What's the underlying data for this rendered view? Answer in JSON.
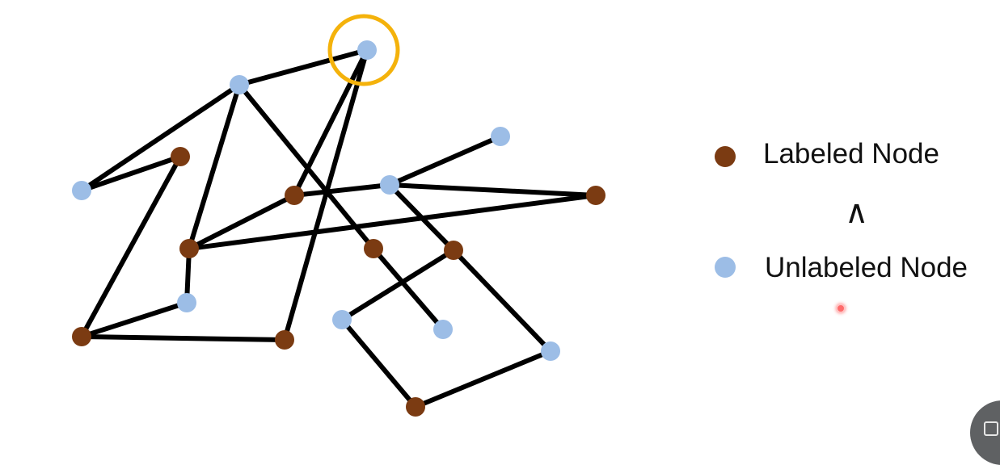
{
  "colors": {
    "labeled": "#7b3b12",
    "unlabeled": "#9cbde6",
    "edge": "#000000",
    "highlight": "#f4b20b"
  },
  "legend": {
    "labeled_label": "Labeled Node",
    "relation_symbol": "∧",
    "unlabeled_label": "Unlabeled Node"
  },
  "graph": {
    "highlighted_node": "n0",
    "nodes": [
      {
        "id": "n0",
        "type": "unlabeled"
      },
      {
        "id": "n1",
        "type": "unlabeled"
      },
      {
        "id": "n2",
        "type": "labeled"
      },
      {
        "id": "n3",
        "type": "unlabeled"
      },
      {
        "id": "n4",
        "type": "unlabeled"
      },
      {
        "id": "n5",
        "type": "labeled"
      },
      {
        "id": "n6",
        "type": "unlabeled"
      },
      {
        "id": "n7",
        "type": "labeled"
      },
      {
        "id": "n8",
        "type": "labeled"
      },
      {
        "id": "n9",
        "type": "labeled"
      },
      {
        "id": "n10",
        "type": "labeled"
      },
      {
        "id": "n11",
        "type": "unlabeled"
      },
      {
        "id": "n12",
        "type": "labeled"
      },
      {
        "id": "n13",
        "type": "labeled"
      },
      {
        "id": "n14",
        "type": "unlabeled"
      },
      {
        "id": "n15",
        "type": "unlabeled"
      },
      {
        "id": "n16",
        "type": "unlabeled"
      },
      {
        "id": "n17",
        "type": "labeled"
      }
    ],
    "edges": [
      [
        "n0",
        "n1"
      ],
      [
        "n0",
        "n5"
      ],
      [
        "n0",
        "n13"
      ],
      [
        "n1",
        "n3"
      ],
      [
        "n1",
        "n8"
      ],
      [
        "n1",
        "n10"
      ],
      [
        "n3",
        "n2"
      ],
      [
        "n2",
        "n12"
      ],
      [
        "n4",
        "n6"
      ],
      [
        "n6",
        "n5"
      ],
      [
        "n6",
        "n7"
      ],
      [
        "n6",
        "n9"
      ],
      [
        "n5",
        "n8"
      ],
      [
        "n8",
        "n7"
      ],
      [
        "n8",
        "n11"
      ],
      [
        "n11",
        "n12"
      ],
      [
        "n12",
        "n13"
      ],
      [
        "n9",
        "n14"
      ],
      [
        "n9",
        "n16"
      ],
      [
        "n10",
        "n15"
      ],
      [
        "n14",
        "n17"
      ],
      [
        "n17",
        "n16"
      ]
    ]
  }
}
